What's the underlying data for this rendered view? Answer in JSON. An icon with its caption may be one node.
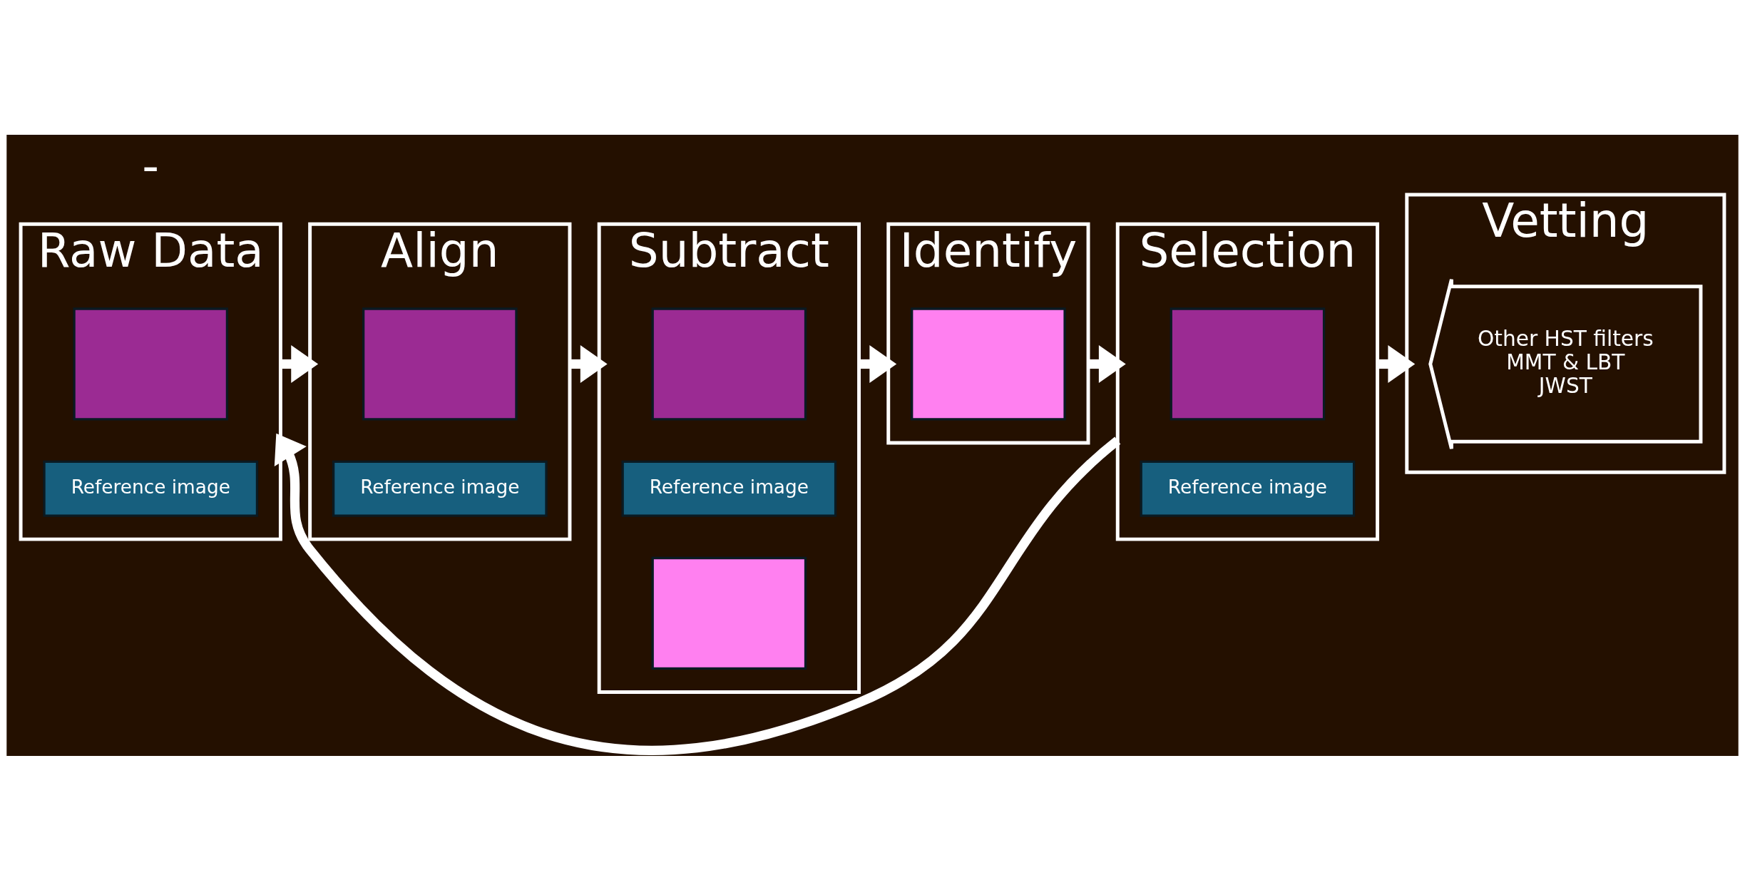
{
  "diagram": {
    "nodes": [
      {
        "text": [
          "Raw Data"
        ]
      },
      {
        "text": [],
        "shape": "box",
        "in": 0
      },
      {
        "text": [
          "Reference image"
        ],
        "in": 0
      },
      {
        "text": [
          "Align"
        ]
      },
      {
        "text": [],
        "shape": "box",
        "in": 3
      },
      {
        "text": [
          "Reference image"
        ],
        "in": 3
      },
      {
        "text": [
          "Subtract"
        ]
      },
      {
        "text": [],
        "shape": "box",
        "in": 6
      },
      {
        "text": [
          "Reference image"
        ],
        "in": 6
      },
      {
        "text": [],
        "shape": "box",
        "in": 6
      },
      {
        "text": [
          "Identify"
        ]
      },
      {
        "text": [],
        "shape": "box",
        "in": 10
      },
      {
        "text": [
          "Selection"
        ]
      },
      {
        "text": [],
        "shape": "box",
        "in": 12
      },
      {
        "text": [
          "Reference image"
        ],
        "in": 12
      },
      {
        "text": [
          "Vetting"
        ]
      },
      {
        "text": [
          "Other HST filters",
          "MMT & LBT",
          "JWST"
        ],
        "in": 15
      }
    ],
    "edges": [
      {
        "from": 0,
        "to": 3,
        "arrow": "to"
      },
      {
        "from": 3,
        "to": 6,
        "arrow": "to"
      },
      {
        "from": 6,
        "to": 10,
        "arrow": "to"
      },
      {
        "from": 10,
        "to": 12,
        "arrow": "to"
      },
      {
        "from": 12,
        "to": 15,
        "arrow": "to"
      },
      {
        "from": 12,
        "to": 0,
        "arrow": "to"
      }
    ],
    "labels": [
      "-"
    ]
  }
}
